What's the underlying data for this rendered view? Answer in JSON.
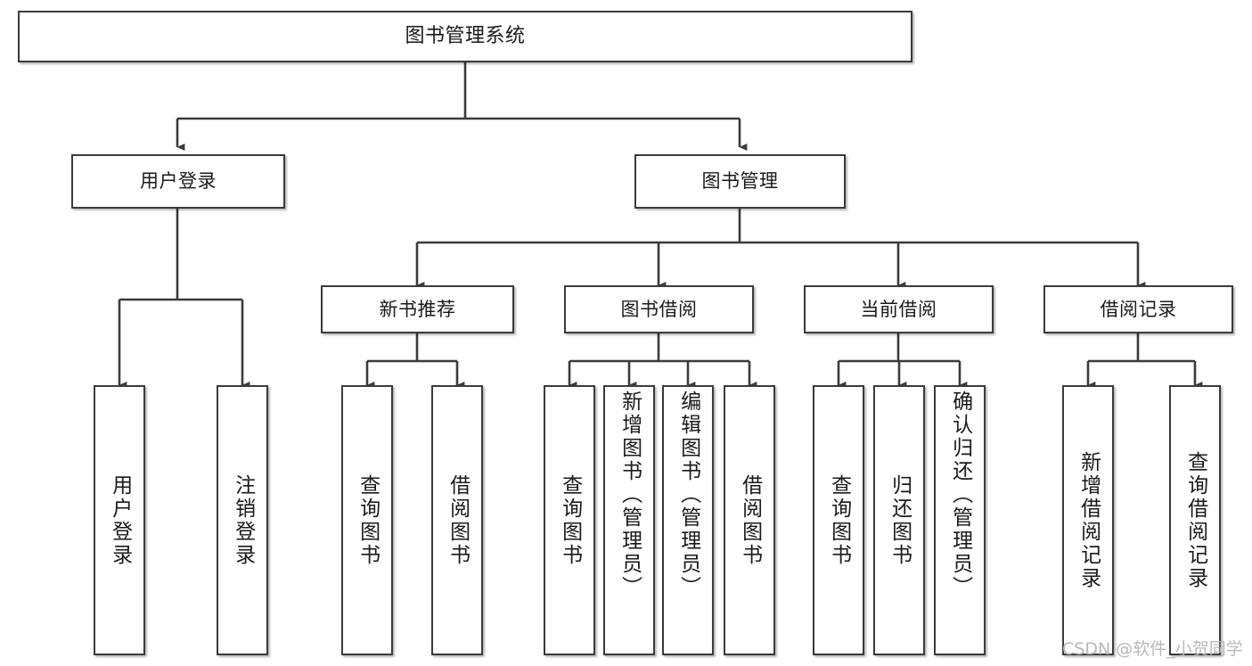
{
  "diagram": {
    "title": "图书管理系统",
    "type": "tree-hierarchy-diagram",
    "root": {
      "id": "root",
      "label": "图书管理系统"
    },
    "level2": [
      {
        "id": "user-login",
        "label": "用户登录"
      },
      {
        "id": "book-management",
        "label": "图书管理"
      }
    ],
    "level3": [
      {
        "id": "new-book-recommend",
        "label": "新书推荐",
        "parent": "book-management"
      },
      {
        "id": "book-borrow",
        "label": "图书借阅",
        "parent": "book-management"
      },
      {
        "id": "current-borrow",
        "label": "当前借阅",
        "parent": "book-management"
      },
      {
        "id": "borrow-record",
        "label": "借阅记录",
        "parent": "book-management"
      }
    ],
    "leaves": [
      {
        "id": "leaf-user-login",
        "label": "用户登录",
        "parent": "user-login"
      },
      {
        "id": "leaf-logout",
        "label": "注销登录",
        "parent": "user-login"
      },
      {
        "id": "leaf-query-book-1",
        "label": "查询图书",
        "parent": "new-book-recommend"
      },
      {
        "id": "leaf-borrow-book-1",
        "label": "借阅图书",
        "parent": "new-book-recommend"
      },
      {
        "id": "leaf-query-book-2",
        "label": "查询图书",
        "parent": "book-borrow"
      },
      {
        "id": "leaf-add-book",
        "label": "新增图书（管理员）",
        "parent": "book-borrow"
      },
      {
        "id": "leaf-edit-book",
        "label": "编辑图书（管理员）",
        "parent": "book-borrow"
      },
      {
        "id": "leaf-borrow-book-2",
        "label": "借阅图书",
        "parent": "book-borrow"
      },
      {
        "id": "leaf-query-book-3",
        "label": "查询图书",
        "parent": "current-borrow"
      },
      {
        "id": "leaf-return-book",
        "label": "归还图书",
        "parent": "current-borrow"
      },
      {
        "id": "leaf-confirm-return",
        "label": "确认归还（管理员）",
        "parent": "current-borrow"
      },
      {
        "id": "leaf-add-record",
        "label": "新增借阅记录",
        "parent": "borrow-record"
      },
      {
        "id": "leaf-query-record",
        "label": "查询借阅记录",
        "parent": "borrow-record"
      }
    ],
    "watermark": "CSDN @软件_小贺同学",
    "colors": {
      "box_border": "#3b3b3b",
      "box_fill": "#ffffff",
      "connector": "#3b3b3b",
      "text": "#1a1a1a",
      "watermark": "#b9b9b9",
      "background": "#ffffff"
    }
  }
}
